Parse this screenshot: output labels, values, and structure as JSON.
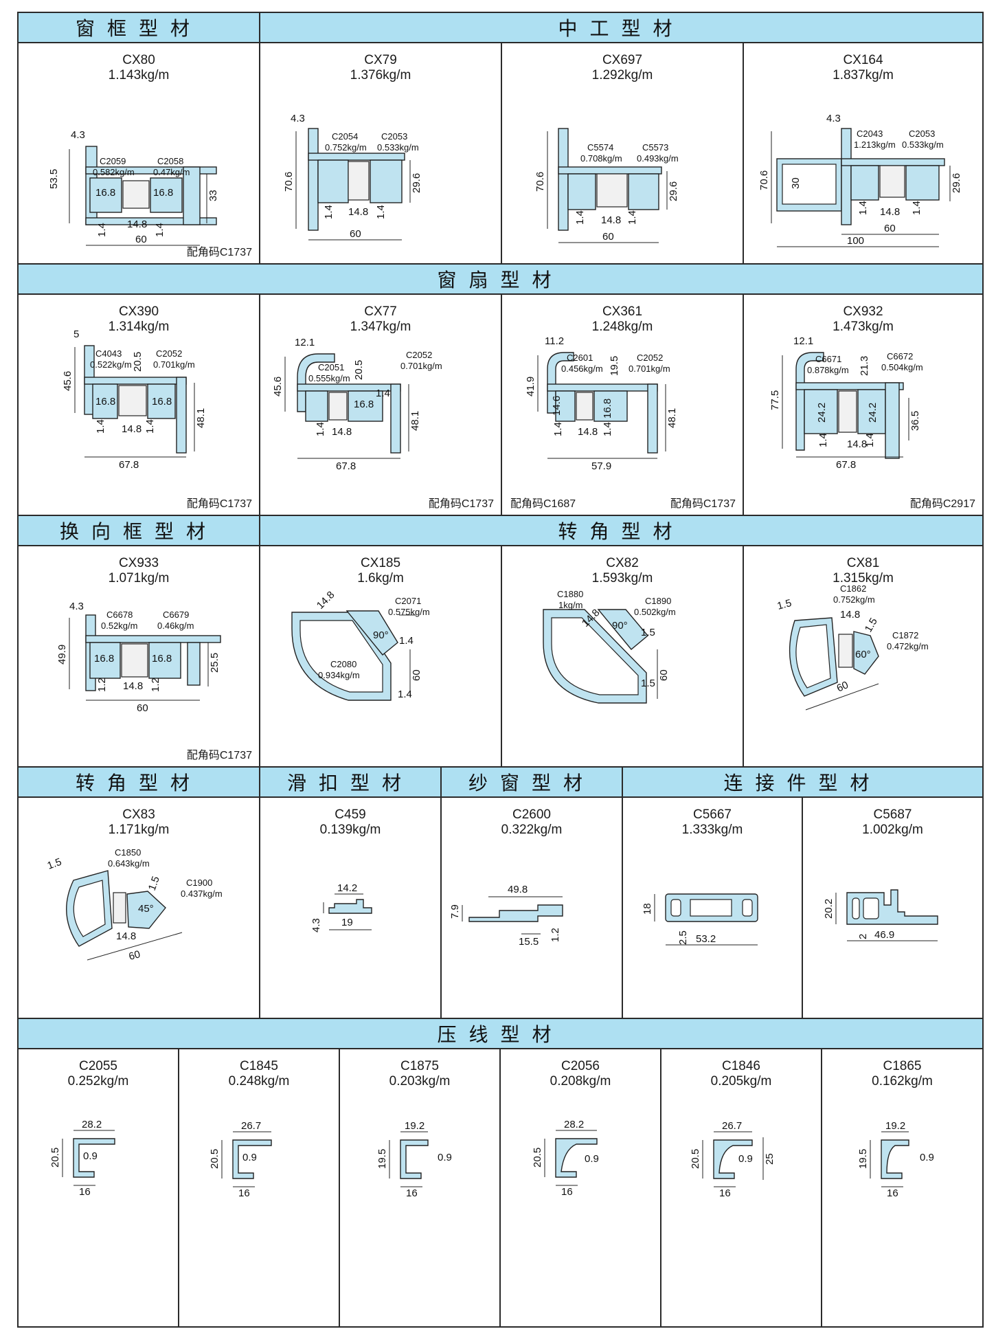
{
  "headers": {
    "row1": [
      "窗框型材",
      "中工型材"
    ],
    "row2": [
      "窗扇型材"
    ],
    "row3": [
      "换向框型材",
      "转角型材"
    ],
    "row4": [
      "转角型材",
      "滑扣型材",
      "纱窗型材",
      "连接件型材"
    ],
    "row5": [
      "压线型材"
    ]
  },
  "row1": [
    {
      "code": "CX80",
      "weight": "1.143kg/m",
      "note": "配角码C1737",
      "labels": {
        "top": "4.3",
        "h": "53.5",
        "strip1": "C2059",
        "strip1w": "0.582kg/m",
        "strip2": "C2058",
        "strip2w": "0.47kg/m",
        "d1": "16.8",
        "d2": "16.8",
        "d3": "33",
        "d4": "1.4",
        "d5": "14.8",
        "d6": "1.4",
        "w": "60"
      }
    },
    {
      "code": "CX79",
      "weight": "1.376kg/m",
      "labels": {
        "top": "4.3",
        "h": "70.6",
        "strip1": "C2054",
        "strip1w": "0.752kg/m",
        "strip2": "C2053",
        "strip2w": "0.533kg/m",
        "d1": "29.6",
        "d2": "1.4",
        "d3": "14.8",
        "d4": "1.4",
        "w": "60"
      }
    },
    {
      "code": "CX697",
      "weight": "1.292kg/m",
      "labels": {
        "h": "70.6",
        "strip1": "C5574",
        "strip1w": "0.708kg/m",
        "strip2": "C5573",
        "strip2w": "0.493kg/m",
        "d1": "29.6",
        "d2": "1.4",
        "d3": "14.8",
        "d4": "1.4",
        "w": "60"
      }
    },
    {
      "code": "CX164",
      "weight": "1.837kg/m",
      "labels": {
        "top": "4.3",
        "h": "70.6",
        "inner": "30",
        "strip1": "C2043",
        "strip1w": "1.213kg/m",
        "strip2": "C2053",
        "strip2w": "0.533kg/m",
        "d1": "29.6",
        "d2": "1.4",
        "d3": "14.8",
        "d4": "1.4",
        "w1": "60",
        "w2": "100"
      }
    }
  ],
  "row2": [
    {
      "code": "CX390",
      "weight": "1.314kg/m",
      "note": "配角码C1737",
      "labels": {
        "top": "5",
        "h": "45.6",
        "strip1": "C4043",
        "strip1w": "0.522kg/m",
        "mid": "20.5",
        "strip2": "C2052",
        "strip2w": "0.701kg/m",
        "d1": "16.8",
        "d2": "16.8",
        "d3": "48.1",
        "d4": "1.4",
        "d5": "14.8",
        "d6": "1.4",
        "w": "67.8"
      }
    },
    {
      "code": "CX77",
      "weight": "1.347kg/m",
      "note": "配角码C1737",
      "labels": {
        "top": "12.1",
        "h": "45.6",
        "strip1": "C2051",
        "strip1w": "0.555kg/m",
        "mid": "20.5",
        "strip2": "C2052",
        "strip2w": "0.701kg/m",
        "d1": "16.8",
        "d2": "1.4",
        "d3": "48.1",
        "d4": "1.4",
        "d5": "14.8",
        "w": "67.8"
      }
    },
    {
      "code": "CX361",
      "weight": "1.248kg/m",
      "note": "配角码C1737",
      "note2": "配角码C1687",
      "labels": {
        "top": "11.2",
        "h": "41.9",
        "strip1": "C2601",
        "strip1w": "0.456kg/m",
        "mid": "19.5",
        "strip2": "C2052",
        "strip2w": "0.701kg/m",
        "d1": "14.6",
        "d2": "16.8",
        "d3": "48.1",
        "d4": "1.4",
        "d5": "14.8",
        "d6": "1.4",
        "w": "57.9"
      }
    },
    {
      "code": "CX932",
      "weight": "1.473kg/m",
      "note": "配角码C2917",
      "labels": {
        "top": "12.1",
        "h": "77.5",
        "strip1": "C6671",
        "strip1w": "0.878kg/m",
        "mid": "21.3",
        "strip2": "C6672",
        "strip2w": "0.504kg/m",
        "d1": "24.2",
        "d2": "24.2",
        "d3": "36.5",
        "d4": "1.4",
        "d5": "14.8",
        "d6": "1.4",
        "w": "67.8"
      }
    }
  ],
  "row3": [
    {
      "code": "CX933",
      "weight": "1.071kg/m",
      "note": "配角码C1737",
      "labels": {
        "top": "4.3",
        "h": "49.9",
        "strip1": "C6678",
        "strip1w": "0.52kg/m",
        "strip2": "C6679",
        "strip2w": "0.46kg/m",
        "d1": "16.8",
        "d2": "16.8",
        "d3": "25.5",
        "d4": "1.2",
        "d5": "14.8",
        "d6": "1.2",
        "w": "60"
      }
    },
    {
      "code": "CX185",
      "weight": "1.6kg/m",
      "labels": {
        "a": "14.8",
        "strip1": "C2071",
        "strip1w": "0.575kg/m",
        "ang": "90°",
        "b": "1.4",
        "strip2": "C2080",
        "strip2w": "0.934kg/m",
        "c": "60",
        "d": "1.4"
      }
    },
    {
      "code": "CX82",
      "weight": "1.593kg/m",
      "labels": {
        "strip1": "C1880",
        "strip1w": "1kg/m",
        "a": "14.8",
        "strip2": "C1890",
        "strip2w": "0.502kg/m",
        "ang": "90°",
        "b": "1.5",
        "c": "60",
        "d": "1.5"
      }
    },
    {
      "code": "CX81",
      "weight": "1.315kg/m",
      "labels": {
        "a": "1.5",
        "strip1": "C1862",
        "strip1w": "0.752kg/m",
        "b": "14.8",
        "c": "1.5",
        "strip2": "C1872",
        "strip2w": "0.472kg/m",
        "ang": "60°",
        "d": "60"
      }
    }
  ],
  "row4": [
    {
      "code": "CX83",
      "weight": "1.171kg/m",
      "labels": {
        "a": "1.5",
        "strip1": "C1850",
        "strip1w": "0.643kg/m",
        "b": "1.5",
        "strip2": "C1900",
        "strip2w": "0.437kg/m",
        "ang": "45°",
        "c": "14.8",
        "d": "60"
      }
    },
    {
      "code": "C459",
      "weight": "0.139kg/m",
      "labels": {
        "w": "14.2",
        "h": "4.3",
        "b": "19"
      }
    },
    {
      "code": "C2600",
      "weight": "0.322kg/m",
      "labels": {
        "w": "49.8",
        "h": "7.9",
        "b": "15.5",
        "c": "1.2"
      }
    },
    {
      "code": "C5667",
      "weight": "1.333kg/m",
      "labels": {
        "h": "18",
        "a": "2.5",
        "w": "53.2"
      }
    },
    {
      "code": "C5687",
      "weight": "1.002kg/m",
      "labels": {
        "h": "20.2",
        "a": "2",
        "w": "46.9"
      }
    }
  ],
  "row5": [
    {
      "code": "C2055",
      "weight": "0.252kg/m",
      "labels": {
        "w": "28.2",
        "h": "20.5",
        "t": "0.9",
        "b": "16"
      }
    },
    {
      "code": "C1845",
      "weight": "0.248kg/m",
      "labels": {
        "w": "26.7",
        "h": "20.5",
        "t": "0.9",
        "b": "16"
      }
    },
    {
      "code": "C1875",
      "weight": "0.203kg/m",
      "labels": {
        "w": "19.2",
        "h": "19.5",
        "t": "0.9",
        "b": "16"
      }
    },
    {
      "code": "C2056",
      "weight": "0.208kg/m",
      "labels": {
        "w": "28.2",
        "h": "20.5",
        "t": "0.9",
        "b": "16"
      }
    },
    {
      "code": "C1846",
      "weight": "0.205kg/m",
      "labels": {
        "w": "26.7",
        "h": "20.5",
        "t": "0.9",
        "b": "16",
        "e": "25"
      }
    },
    {
      "code": "C1865",
      "weight": "0.162kg/m",
      "labels": {
        "w": "19.2",
        "h": "19.5",
        "t": "0.9",
        "b": "16"
      }
    }
  ]
}
